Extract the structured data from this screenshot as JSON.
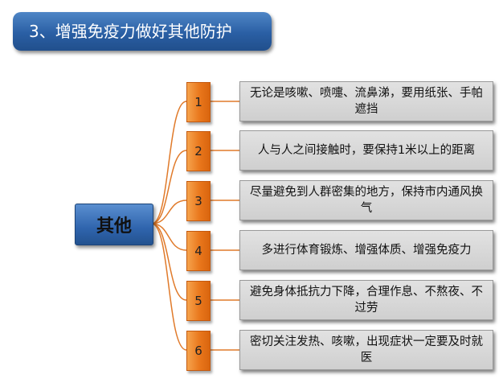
{
  "title": "3、增强免疫力做好其他防护",
  "center": "其他",
  "items": [
    {
      "num": "1",
      "text": "无论是咳嗽、喷嚏、流鼻涕，要用纸张、手帕遮挡"
    },
    {
      "num": "2",
      "text": "人与人之间接触时，要保持1米以上的距离"
    },
    {
      "num": "3",
      "text": "尽量避免到人群密集的地方，保持市内通风换气"
    },
    {
      "num": "4",
      "text": "多进行体育锻炼、增强体质、增强免疫力"
    },
    {
      "num": "5",
      "text": "避免身体抵抗力下降，合理作息、不熬夜、不过劳"
    },
    {
      "num": "6",
      "text": "密切关注发热、咳嗽，出现症状一定要及时就医"
    }
  ],
  "colors": {
    "title_bg": "#2a5fa4",
    "center_bg": "#2f64ad",
    "number_bg": "#e9771c",
    "item_bg": "#d6d6d6",
    "connector": "#e07a2a"
  }
}
